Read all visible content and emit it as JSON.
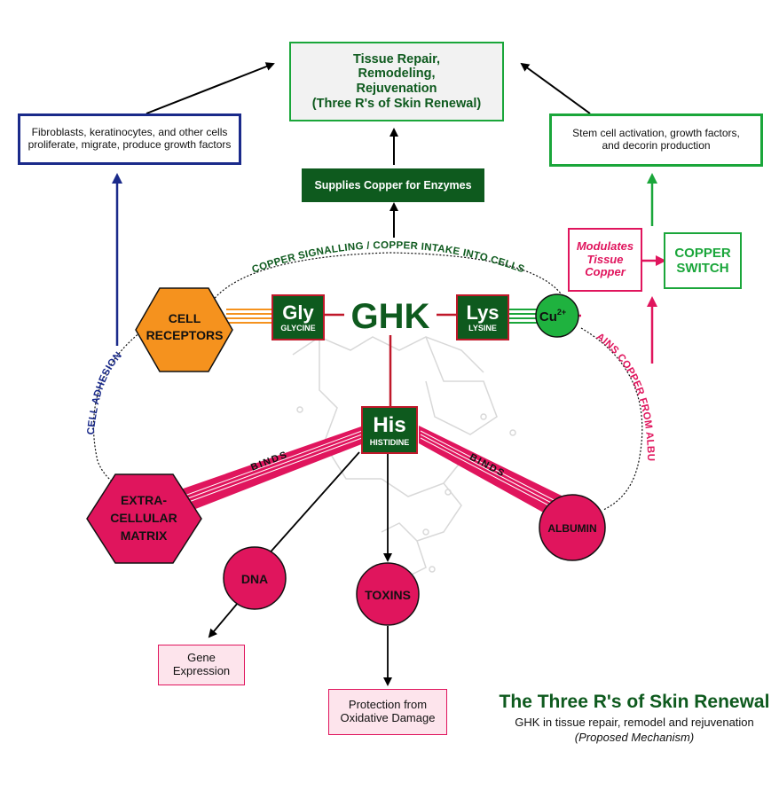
{
  "top_box": {
    "line1": "Tissue Repair,",
    "line2": "Remodeling,",
    "line3": "Rejuvenation",
    "line4": "(Three R's of Skin Renewal)"
  },
  "left_box": {
    "line1": "Fibroblasts, keratinocytes, and other cells",
    "line2": "proliferate, migrate, produce growth factors"
  },
  "right_box": {
    "line1": "Stem cell activation, growth factors,",
    "line2": "and decorin production"
  },
  "supplies_box": "Supplies Copper for Enzymes",
  "modulates_box": {
    "line1": "Modulates",
    "line2": "Tissue",
    "line3": "Copper"
  },
  "copper_switch": {
    "line1": "COPPER",
    "line2": "SWITCH"
  },
  "arc_labels": {
    "top": "COPPER SIGNALLING / COPPER INTAKE INTO CELLS",
    "left": "CELL ADHESION",
    "right": "OBTAINS COPPER FROM ALBUMIN"
  },
  "center": {
    "ghk": "GHK",
    "gly": "Gly",
    "gly_sub": "GLYCINE",
    "lys": "Lys",
    "lys_sub": "LYSINE",
    "his": "His",
    "his_sub": "HISTIDINE",
    "cu": "Cu",
    "cu_sup": "2+"
  },
  "nodes": {
    "cell_receptors": {
      "line1": "CELL",
      "line2": "RECEPTORS"
    },
    "ecm": {
      "line1": "EXTRA-",
      "line2": "CELLULAR",
      "line3": "MATRIX"
    },
    "albumin": "ALBUMIN",
    "dna": "DNA",
    "toxins": "TOXINS"
  },
  "binds_left": "BINDS",
  "binds_right": "BINDS",
  "gene_box": {
    "line1": "Gene",
    "line2": "Expression"
  },
  "protect_box": {
    "line1": "Protection from",
    "line2": "Oxidative Damage"
  },
  "caption": {
    "title": "The Three R's of Skin Renewal",
    "subtitle": "GHK in tissue repair, remodel and rejuvenation",
    "note": "(Proposed Mechanism)"
  },
  "colors": {
    "dark_green": "#0e5a1e",
    "green": "#1aa63a",
    "navy": "#1a2a8a",
    "magenta": "#e0155d",
    "orange": "#f5921e",
    "red": "#c0182a"
  }
}
